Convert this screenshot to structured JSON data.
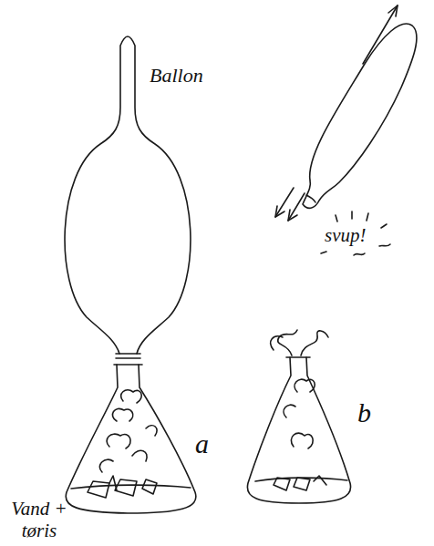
{
  "diagram": {
    "labels": [
      "Ballon",
      "a",
      "Vand + tøris",
      "b",
      "svup!"
    ]
  }
}
